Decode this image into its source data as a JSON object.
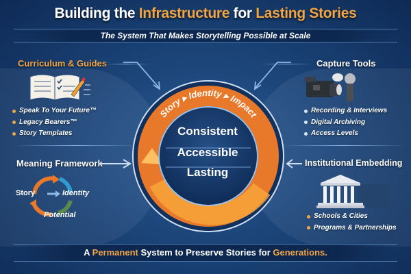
{
  "title": {
    "part1": "Building the ",
    "highlight1": "Infrastructure",
    "part2": " for ",
    "highlight2": "Lasting Stories"
  },
  "subtitle": "The System That Makes Storytelling Possible at Scale",
  "left_top": {
    "heading": "Curriculum & Guides",
    "icon": "book-checklist-icon",
    "items": [
      "Speak To Your Future™",
      "Legacy Bearers™",
      "Story Templates"
    ]
  },
  "left_bottom": {
    "heading": "Meaning Framework",
    "cycle": {
      "story": "Story",
      "identity": "Identity",
      "potential": "Potential"
    }
  },
  "right_top": {
    "heading": "Capture Tools",
    "icon": "camera-microphone-icon",
    "items": [
      "Recording & Interviews",
      "Digital Archiving",
      "Access Levels"
    ]
  },
  "right_bottom": {
    "heading": "Institutional Embedding",
    "icon": "building-columns-icon",
    "items": [
      "Schools & Cities",
      "Programs & Partnerships"
    ]
  },
  "center": {
    "ring_text": "Story ▸ Identity ▸ Impact",
    "pillars": [
      "Consistent",
      "Accessible",
      "Lasting"
    ]
  },
  "footer": {
    "part1": "A ",
    "highlight1": "Permanent",
    "part2": " System to Preserve Stories for ",
    "highlight2": "Generations."
  },
  "colors": {
    "accent": "#f3a544",
    "ring": "#e9792a",
    "background": "#1b4478"
  }
}
